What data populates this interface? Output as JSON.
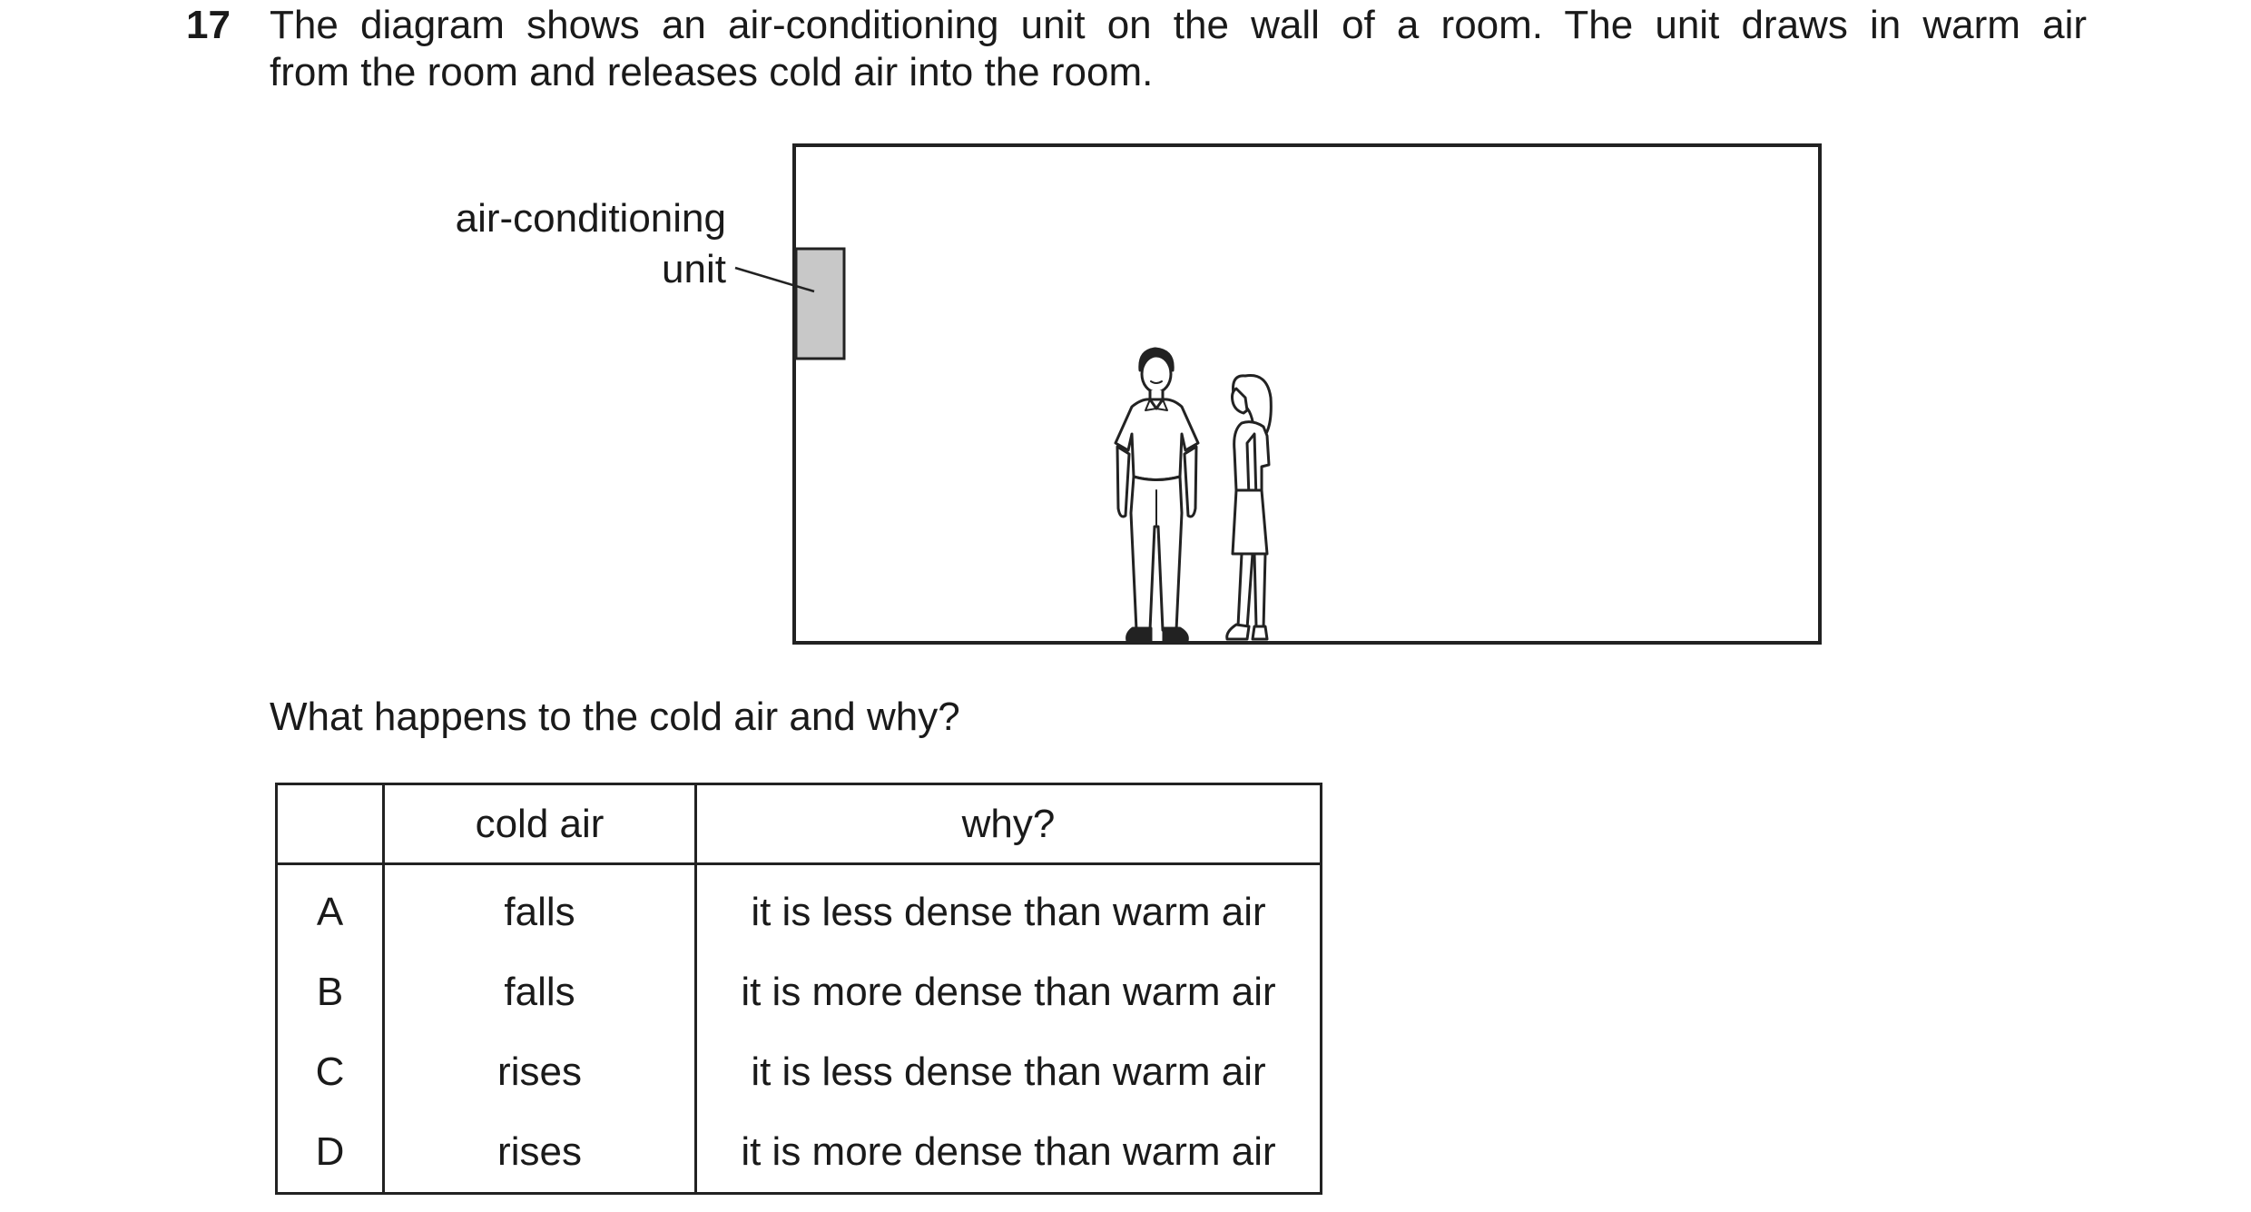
{
  "question": {
    "number": "17",
    "line1": "The diagram shows an air-conditioning unit on the wall of a room. The unit draws in warm air",
    "line2": "from the room and releases cold air into the room."
  },
  "diagram": {
    "label_line1": "air-conditioning",
    "label_line2": "unit"
  },
  "prompt": "What happens to the cold air and why?",
  "table": {
    "headers": [
      "",
      "cold air",
      "why?"
    ],
    "rows": [
      {
        "key": "A",
        "cold_air": "falls",
        "why": "it is less dense than warm air"
      },
      {
        "key": "B",
        "cold_air": "falls",
        "why": "it is more dense than warm air"
      },
      {
        "key": "C",
        "cold_air": "rises",
        "why": "it is less dense than warm air"
      },
      {
        "key": "D",
        "cold_air": "rises",
        "why": "it is more dense than warm air"
      }
    ]
  }
}
